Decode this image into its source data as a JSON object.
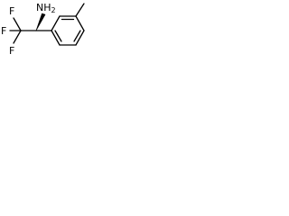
{
  "molecule": {
    "atoms": {
      "f_top": "F",
      "f_left": "F",
      "f_bottom": "F",
      "amine_element": "N",
      "amine_h": "H",
      "amine_count": "2"
    },
    "colors": {
      "ink": "#000000",
      "background": "#ffffff"
    }
  }
}
